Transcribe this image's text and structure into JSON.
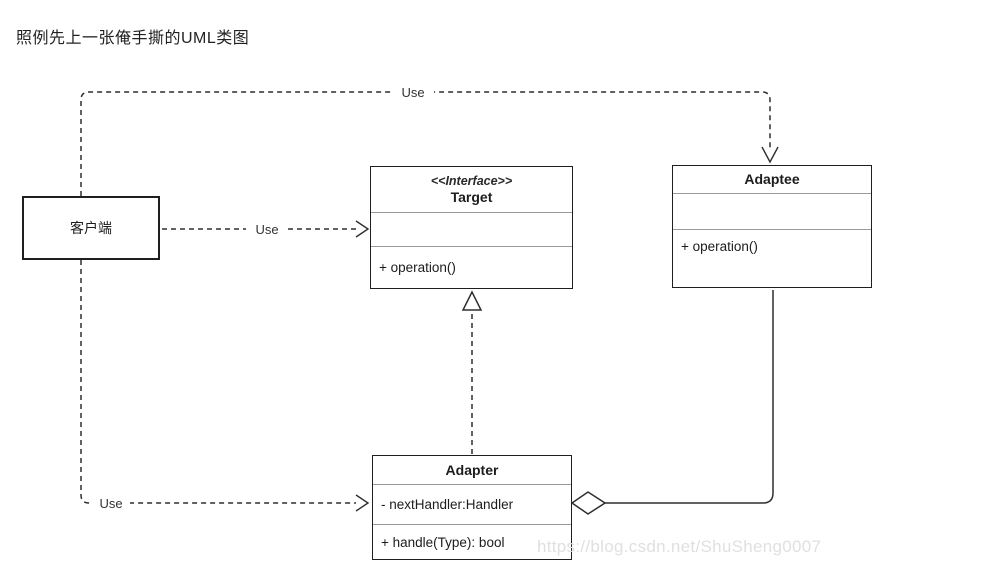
{
  "page": {
    "title": "照例先上一张俺手撕的UML类图",
    "watermark": "https://blog.csdn.net/ShuSheng0007"
  },
  "diagram": {
    "client": {
      "title": "客户端"
    },
    "target": {
      "stereotype": "<<Interface>>",
      "title": "Target",
      "attribute": "",
      "method": "+ operation()"
    },
    "adaptee": {
      "title": "Adaptee",
      "attribute": "",
      "method": "+ operation()"
    },
    "adapter": {
      "title": "Adapter",
      "attribute": "- nextHandler:Handler",
      "method": "+ handle(Type): bool"
    },
    "relationships": {
      "client_adaptee_label": "Use",
      "client_target_label": "Use",
      "client_adapter_label": "Use",
      "adapter_target_type": "realization",
      "adapter_adaptee_type": "aggregation"
    },
    "colors": {
      "box_border": "#1f1f1f",
      "divider": "#9a9a9a",
      "line": "#2f2f2f",
      "watermark": "#e0e0e0",
      "background": "#ffffff"
    }
  }
}
